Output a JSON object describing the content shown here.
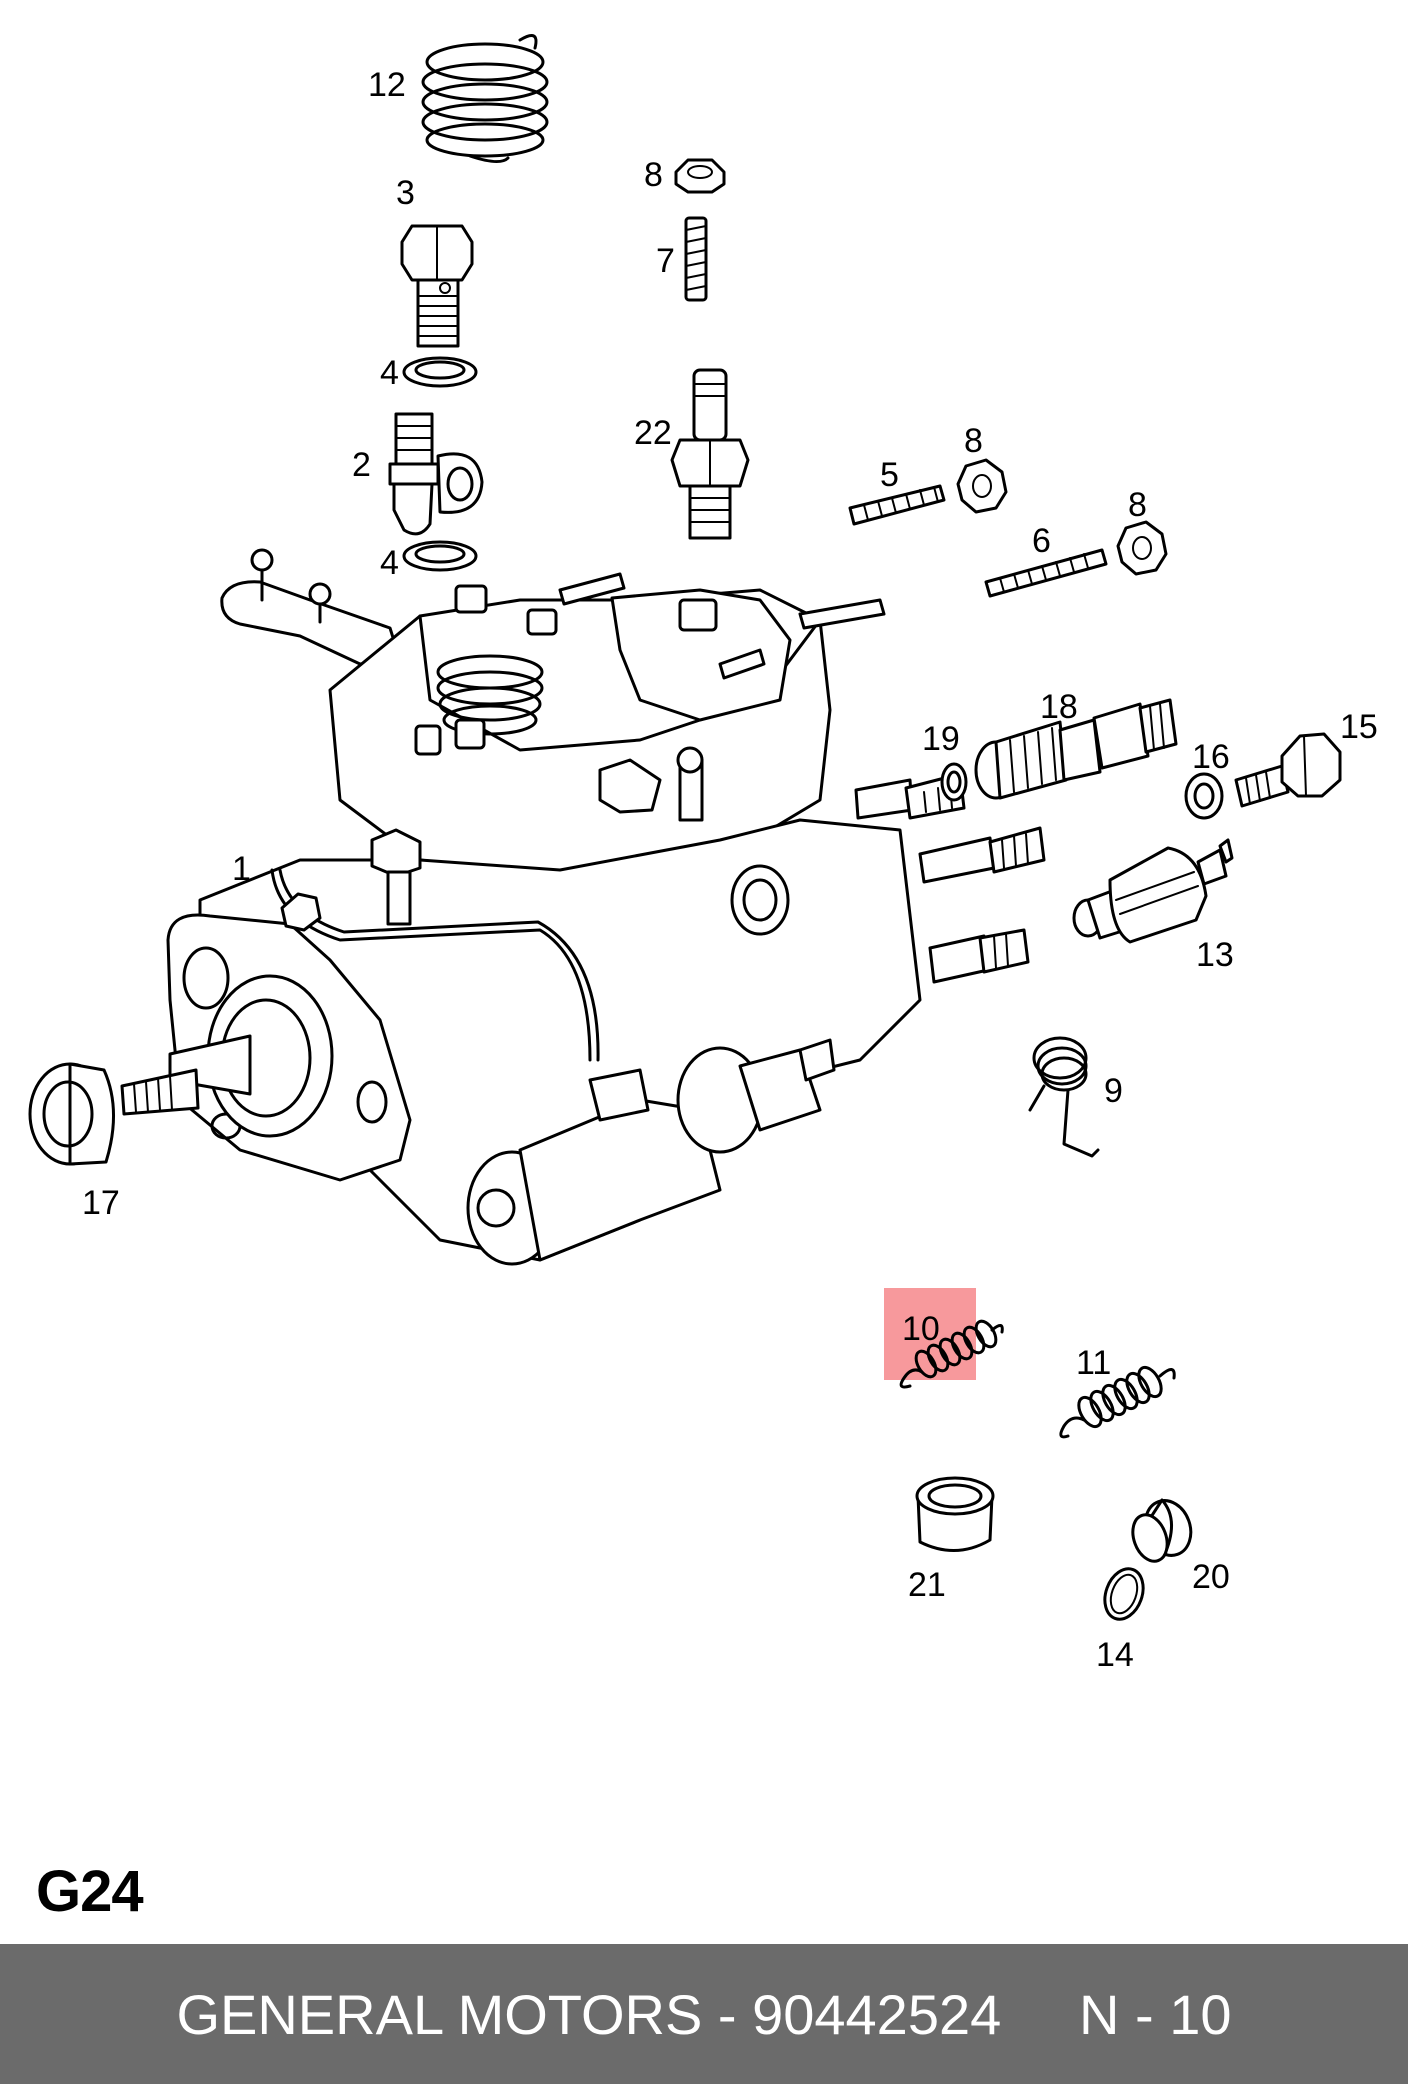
{
  "diagram": {
    "section_code": "G24",
    "callouts": [
      "1",
      "2",
      "3",
      "4",
      "4",
      "5",
      "6",
      "7",
      "8",
      "8",
      "8",
      "9",
      "10",
      "11",
      "12",
      "13",
      "14",
      "15",
      "16",
      "17",
      "18",
      "19",
      "20",
      "21",
      "22"
    ],
    "highlighted_part": "10",
    "highlight_color": "#f2555a"
  },
  "footer": {
    "text": "GENERAL MOTORS - 90442524     N - 10",
    "background_color": "#6b6b6b",
    "text_color": "#ffffff"
  }
}
